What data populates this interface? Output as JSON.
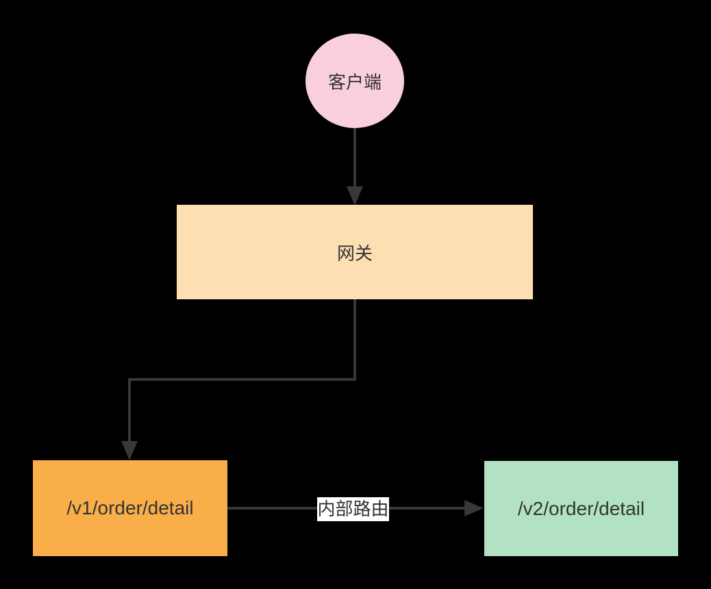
{
  "diagram": {
    "background_color": "#000000",
    "edge_color": "#383838",
    "text_color": "#333333",
    "nodes": [
      {
        "id": "client",
        "label": "客户端",
        "shape": "circle",
        "fill": "#F9CEDE"
      },
      {
        "id": "gateway",
        "label": "网关",
        "shape": "rectangle",
        "fill": "#FDDFB3"
      },
      {
        "id": "v1-route",
        "label": "/v1/order/detail",
        "shape": "rectangle",
        "fill": "#F9AE49"
      },
      {
        "id": "v2-route",
        "label": "/v2/order/detail",
        "shape": "rectangle",
        "fill": "#B2E2C3"
      }
    ],
    "edges": [
      {
        "from": "client",
        "to": "gateway",
        "label": ""
      },
      {
        "from": "gateway",
        "to": "v1-route",
        "label": ""
      },
      {
        "from": "v1-route",
        "to": "v2-route",
        "label": "内部路由",
        "label_background": "#FFFFFF"
      }
    ]
  }
}
